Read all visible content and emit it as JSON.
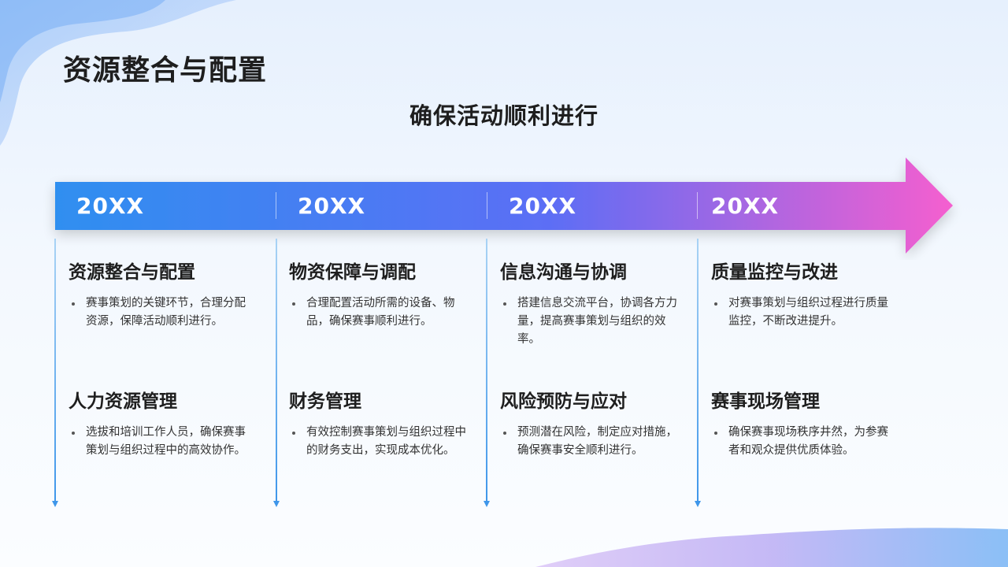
{
  "page": {
    "title": "资源整合与配置",
    "subtitle": "确保活动顺利进行"
  },
  "colors": {
    "arrow_start": "#2f8ff0",
    "arrow_mid": "#5c6ef5",
    "arrow_end": "#f55fcf",
    "timeline_line": "#3e96ea",
    "heading": "#1e1e1e"
  },
  "timeline": [
    {
      "year": "20XX",
      "items": [
        {
          "heading": "资源整合与配置",
          "text": "赛事策划的关键环节，合理分配资源，保障活动顺利进行。"
        },
        {
          "heading": "人力资源管理",
          "text": "选拔和培训工作人员，确保赛事策划与组织过程中的高效协作。"
        }
      ]
    },
    {
      "year": "20XX",
      "items": [
        {
          "heading": "物资保障与调配",
          "text": "合理配置活动所需的设备、物品，确保赛事顺利进行。"
        },
        {
          "heading": "财务管理",
          "text": "有效控制赛事策划与组织过程中的财务支出，实现成本优化。"
        }
      ]
    },
    {
      "year": "20XX",
      "items": [
        {
          "heading": "信息沟通与协调",
          "text": "搭建信息交流平台，协调各方力量，提高赛事策划与组织的效率。"
        },
        {
          "heading": "风险预防与应对",
          "text": "预测潜在风险，制定应对措施，确保赛事安全顺利进行。"
        }
      ]
    },
    {
      "year": "20XX",
      "items": [
        {
          "heading": "质量监控与改进",
          "text": "对赛事策划与组织过程进行质量监控，不断改进提升。"
        },
        {
          "heading": "赛事现场管理",
          "text": "确保赛事现场秩序井然，为参赛者和观众提供优质体验。"
        }
      ]
    }
  ]
}
